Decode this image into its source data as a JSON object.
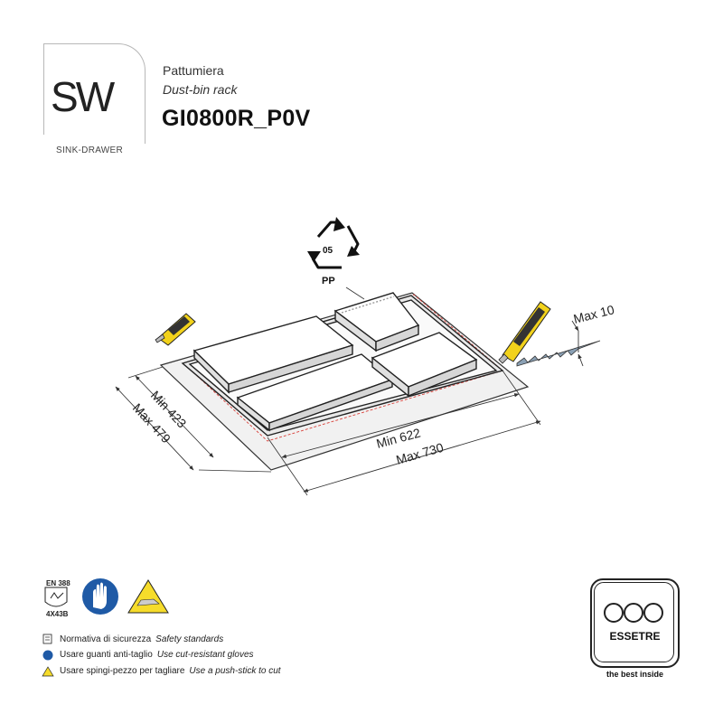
{
  "brand": {
    "logo_s": "S",
    "logo_w": "W",
    "subtitle": "SINK-DRAWER"
  },
  "product": {
    "name_it": "Pattumiera",
    "name_en": "Dust-bin rack",
    "code": "GI0800R_P0V"
  },
  "recycle": {
    "number": "05",
    "material": "PP"
  },
  "dimensions": {
    "min_depth": "Min 423",
    "max_depth": "Max 479",
    "min_width": "Min 622",
    "max_width": "Max 730",
    "max_thickness": "Max 10"
  },
  "safety": {
    "en_standard": "EN 388",
    "en_code": "4X43B",
    "rows": [
      {
        "it": "Normativa di sicurezza",
        "en": "Safety standards"
      },
      {
        "it": "Usare guanti anti-taglio",
        "en": "Use cut-resistant gloves"
      },
      {
        "it": "Usare spingi-pezzo per tagliare",
        "en": "Use a push-stick to cut"
      }
    ]
  },
  "maker": {
    "name": "ESSETRE",
    "tagline": "the best inside"
  },
  "colors": {
    "dimension_line": "#333333",
    "cut_line": "#d9413a",
    "knife_yellow": "#f2d21b",
    "glove_blue": "#1f5aa6",
    "warning_yellow": "#f6dc2b"
  }
}
